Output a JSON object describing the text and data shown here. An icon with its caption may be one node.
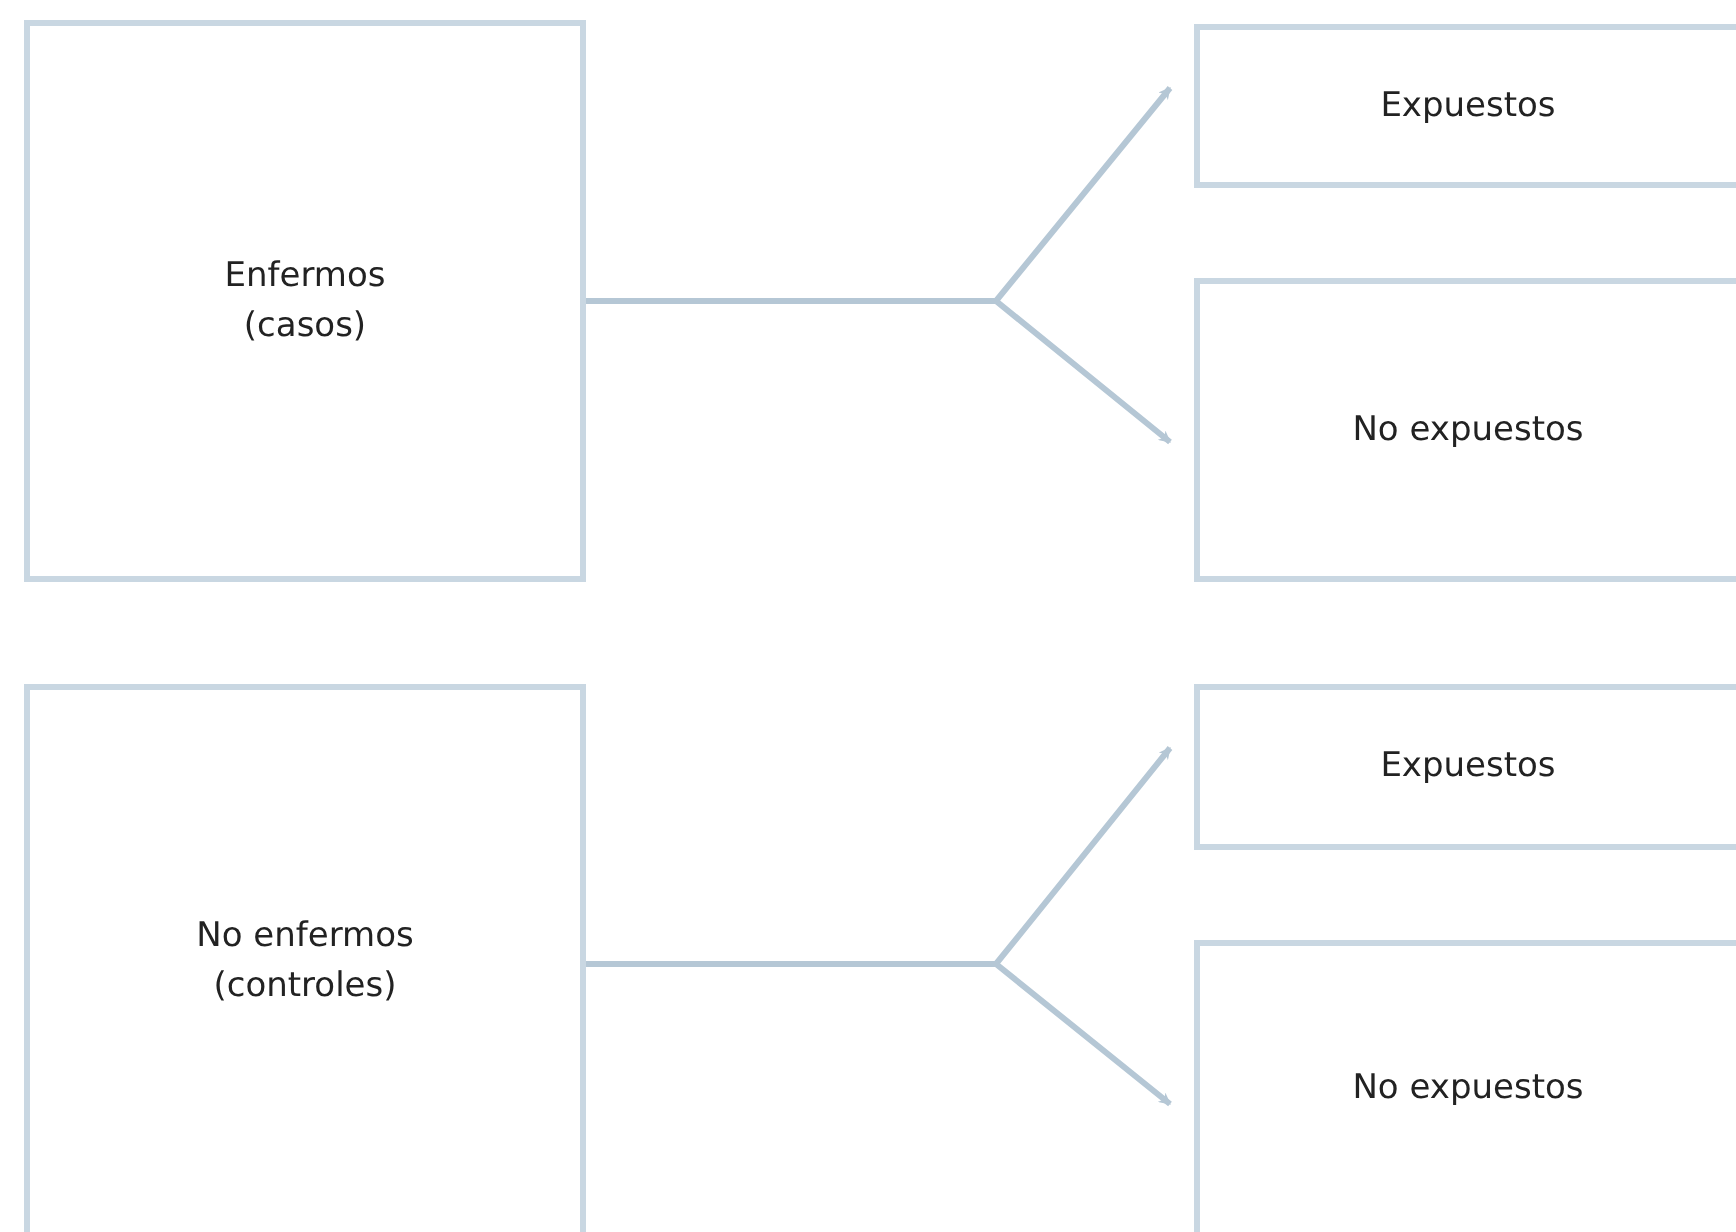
{
  "diagram": {
    "nodes": [
      {
        "text": [
          "Enfermos (casos)"
        ]
      },
      {
        "text": [
          "Expuestos"
        ]
      },
      {
        "text": [
          "No expuestos"
        ]
      },
      {
        "text": [
          "No enfermos (controles)"
        ]
      },
      {
        "text": [
          "Expuestos"
        ]
      },
      {
        "text": [
          "No expuestos"
        ]
      }
    ],
    "edges": [
      {
        "from": 0,
        "to": 1,
        "arrow": "to"
      },
      {
        "from": 0,
        "to": 2,
        "arrow": "to"
      },
      {
        "from": 3,
        "to": 4,
        "arrow": "to"
      },
      {
        "from": 3,
        "to": 5,
        "arrow": "to"
      }
    ]
  }
}
